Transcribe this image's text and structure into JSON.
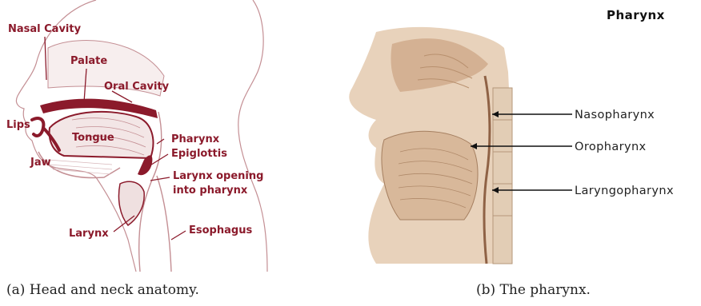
{
  "panel_a": {
    "labels": {
      "nasal_cavity": "Nasal Cavity",
      "palate": "Palate",
      "oral_cavity": "Oral Cavity",
      "lips": "Lips",
      "tongue": "Tongue",
      "pharynx": "Pharynx",
      "epiglottis": "Epiglottis",
      "jaw": "Jaw",
      "larynx_opening_1": "Larynx opening",
      "larynx_opening_2": "into pharynx",
      "larynx": "Larynx",
      "esophagus": "Esophagus"
    },
    "caption": "(a)  Head and neck anatomy."
  },
  "panel_b": {
    "title": "Pharynx",
    "labels": {
      "nasopharynx": "Nasopharynx",
      "oropharynx": "Oropharynx",
      "laryngopharynx": "Laryngopharynx"
    },
    "caption": "(b)  The pharynx."
  },
  "colors": {
    "label_red": "#8b1a2b",
    "outline": "#c48f94",
    "tissue": "#d9b99b"
  }
}
